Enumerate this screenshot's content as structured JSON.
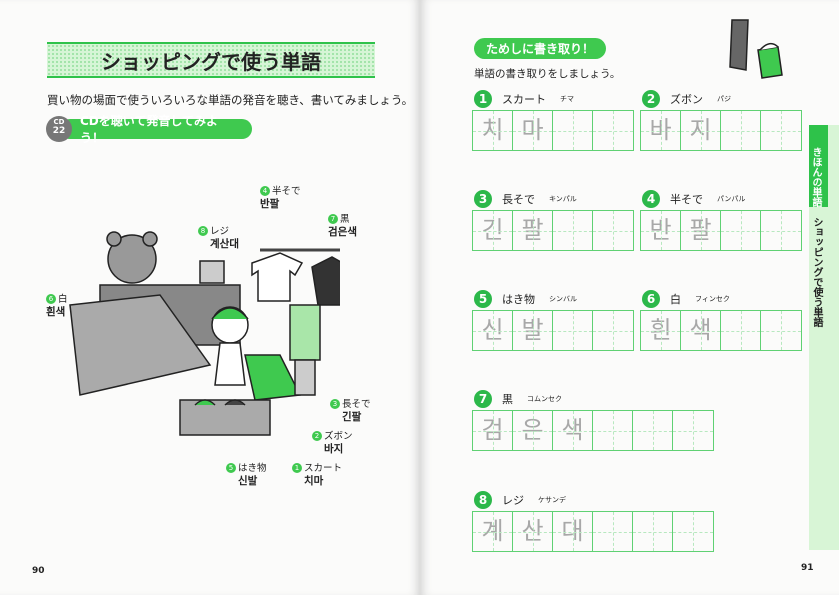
{
  "left_page": {
    "title": "ショッピングで使う単語",
    "intro": "買い物の場面で使ういろいろな単語の発音を聴き、書いてみましょう。",
    "cd_label": "CD",
    "cd_track": "22",
    "cd_banner": "CDを聴いて発音してみよう！",
    "labels": [
      {
        "n": "4",
        "ja": "半そで",
        "ko": "반팔"
      },
      {
        "n": "8",
        "ja": "レジ",
        "ko": "계산대"
      },
      {
        "n": "7",
        "ja": "黒",
        "ko": "검은색"
      },
      {
        "n": "6",
        "ja": "白",
        "ko": "흰색"
      },
      {
        "n": "3",
        "ja": "長そで",
        "ko": "긴팔"
      },
      {
        "n": "2",
        "ja": "ズボン",
        "ko": "바지"
      },
      {
        "n": "5",
        "ja": "はき物",
        "ko": "신발"
      },
      {
        "n": "1",
        "ja": "スカート",
        "ko": "치마"
      }
    ],
    "page_number": "90"
  },
  "right_page": {
    "banner": "ためしに書き取り！",
    "instruction": "単語の書き取りをしましょう。",
    "items": [
      {
        "n": "1",
        "ja": "スカート",
        "reading": "チマ",
        "chars": [
          "치",
          "마",
          "",
          ""
        ]
      },
      {
        "n": "2",
        "ja": "ズボン",
        "reading": "パジ",
        "chars": [
          "바",
          "지",
          "",
          ""
        ]
      },
      {
        "n": "3",
        "ja": "長そで",
        "reading": "キンパル",
        "chars": [
          "긴",
          "팔",
          "",
          ""
        ]
      },
      {
        "n": "4",
        "ja": "半そで",
        "reading": "パンパル",
        "chars": [
          "반",
          "팔",
          "",
          ""
        ]
      },
      {
        "n": "5",
        "ja": "はき物",
        "reading": "シンバル",
        "chars": [
          "신",
          "발",
          "",
          ""
        ]
      },
      {
        "n": "6",
        "ja": "白",
        "reading": "フィンセク",
        "chars": [
          "흰",
          "색",
          "",
          ""
        ]
      },
      {
        "n": "7",
        "ja": "黒",
        "reading": "コムンセク",
        "chars": [
          "검",
          "은",
          "색",
          "",
          "",
          ""
        ]
      },
      {
        "n": "8",
        "ja": "レジ",
        "reading": "ケサンデ",
        "chars": [
          "계",
          "산",
          "대",
          "",
          "",
          ""
        ]
      }
    ],
    "side_tab": {
      "section": "きほんの単語",
      "chapter": "ショッピングで使う単語"
    },
    "page_number": "91"
  },
  "colors": {
    "accent": "#2ec24a",
    "light": "#d8f5d6"
  }
}
